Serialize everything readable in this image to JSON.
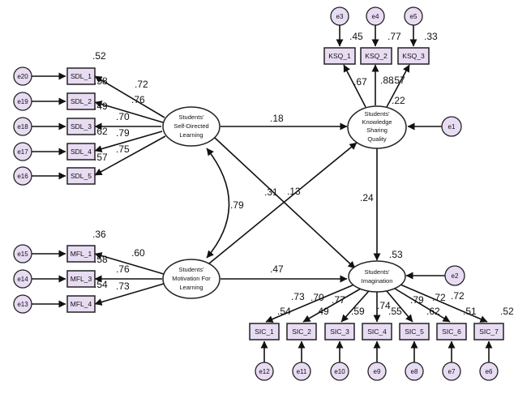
{
  "latents": {
    "sdl": [
      "Students'",
      "Self-Directed",
      "Learning"
    ],
    "ksq": [
      "Students'",
      "Knowledge",
      "Sharing",
      "Quality"
    ],
    "mfl": [
      "Students'",
      "Motivation For",
      "Learning"
    ],
    "imag": [
      "Students'",
      "Imagination"
    ]
  },
  "indicators": {
    "sdl": [
      "SDL_1",
      "SDL_2",
      "SDL_3",
      "SDL_4",
      "SDL_5"
    ],
    "mfl": [
      "MFL_1",
      "MFL_3",
      "MFL_4"
    ],
    "ksq": [
      "KSQ_1",
      "KSQ_2",
      "KSQ_3"
    ],
    "sic": [
      "SIC_1",
      "SIC_2",
      "SIC_3",
      "SIC_4",
      "SIC_5",
      "SIC_6",
      "SIC_7"
    ]
  },
  "errors": {
    "sdl": [
      "e20",
      "e19",
      "e18",
      "e17",
      "e16"
    ],
    "mfl": [
      "e15",
      "e14",
      "e13"
    ],
    "ksq": [
      "e3",
      "e4",
      "e5"
    ],
    "sic": [
      "e12",
      "e11",
      "e10",
      "e9",
      "e8",
      "e7",
      "e6"
    ],
    "ksq_latent": "e1",
    "imag_latent": "e2"
  },
  "loadings": {
    "sdl": [
      ".72",
      ".76",
      ".70",
      ".79",
      ".75"
    ],
    "mfl": [
      ".60",
      ".76",
      ".73"
    ],
    "ksq": [
      ".67",
      ".88",
      ".57"
    ],
    "sic": [
      ".73",
      ".70",
      ".77",
      ".74",
      ".79",
      ".72",
      ".72"
    ]
  },
  "r2": {
    "sdl": [
      ".52",
      ".58",
      ".49",
      ".62",
      ".57"
    ],
    "mfl": [
      ".36",
      ".58",
      ".54"
    ],
    "ksq": [
      ".45",
      ".77",
      ".33"
    ],
    "sic": [
      ".54",
      ".49",
      ".59",
      ".55",
      ".62",
      ".51",
      ".52"
    ],
    "ksq_latent": ".22",
    "imag_latent": ".53"
  },
  "paths": {
    "sdl_to_ksq": ".18",
    "sdl_to_imag": ".13",
    "mfl_to_ksq": ".31",
    "mfl_to_imag": ".47",
    "ksq_to_imag": ".24",
    "sdl_mfl_cov": ".79"
  },
  "colors": {
    "indicator_fill": "#e8dcf3",
    "latent_fill": "#ffffff",
    "stroke": "#222222"
  }
}
